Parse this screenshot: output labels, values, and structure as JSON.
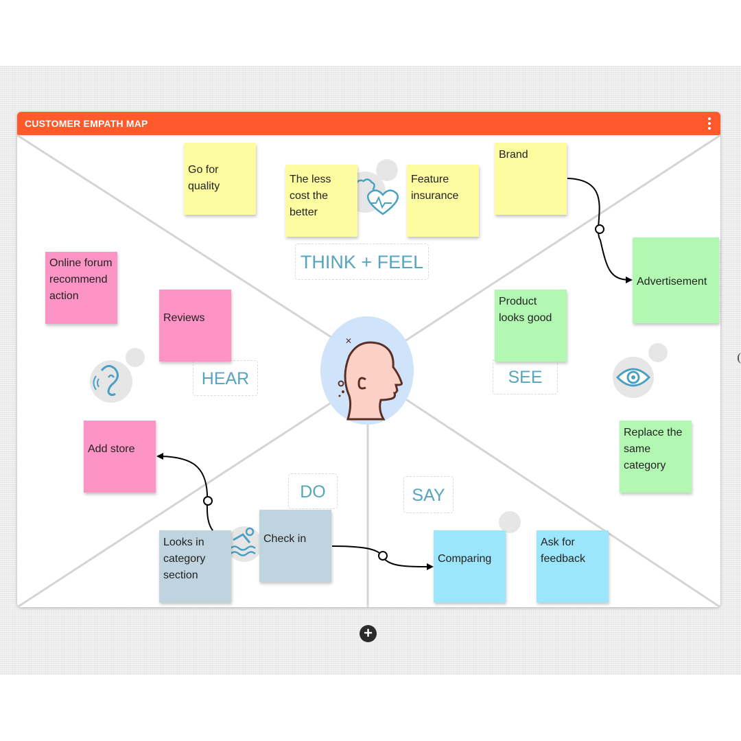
{
  "board": {
    "title": "CUSTOMER EMPATH MAP"
  },
  "sections": {
    "think_feel": "THINK + FEEL",
    "hear": "HEAR",
    "see": "SEE",
    "do": "DO",
    "say": "SAY"
  },
  "notes": {
    "go_for_quality": "Go for quality",
    "less_cost": "The less cost the better",
    "feature_insurance": "Feature insurance",
    "brand": "Brand",
    "online_forum": "Online forum recommend action",
    "reviews": "Reviews",
    "product_looks_good": "Product looks good",
    "advertisement": "Advertisement",
    "add_store": "Add store",
    "replace_same_category": "Replace the same category",
    "looks_in_category": "Looks in category section",
    "check_in": "Check in",
    "comparing": "Comparing",
    "ask_for_feedback": "Ask for feedback"
  },
  "colors": {
    "header": "#ff5a2c",
    "note_yellow": "#fdfca0",
    "note_pink": "#fd94c6",
    "note_green": "#b2f8b3",
    "note_blue": "#9ce6fc",
    "note_slate": "#c0d4df",
    "label_text": "#56a4c0",
    "icon": "#4aa0c2"
  },
  "icons": {
    "think": "brain-heart-icon",
    "hear": "ear-icon",
    "see": "eye-icon",
    "do": "swimmer-icon",
    "person": "head-profile-icon"
  },
  "controls": {
    "add": "+"
  }
}
